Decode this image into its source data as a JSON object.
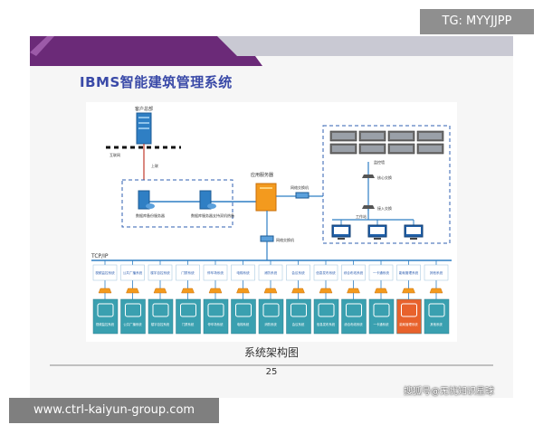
{
  "badge": "TG: MYYJJPP",
  "title": "IBMS智能建筑管理系统",
  "diagram": {
    "client": "客户总部",
    "internet_left": "互联网",
    "link_label": "上联",
    "db_server_1": "数据库备份服务器",
    "db_server_2": "数据库服务器支持双机热备",
    "app_server": "应用服务器",
    "switch_top": "网络交换机",
    "switch_bottom": "网络交换机",
    "monitor_wall": "监控墙",
    "core_switch": "核心交换",
    "access_switch": "接入交换",
    "workstations": "工作站",
    "tcpip": "TCP/IP",
    "subsystems": [
      {
        "label": "视频监控系统",
        "color": "#3aa0b0"
      },
      {
        "label": "公共广播系统",
        "color": "#3aa0b0"
      },
      {
        "label": "楼宇自控系统",
        "color": "#3aa0b0"
      },
      {
        "label": "门禁系统",
        "color": "#3aa0b0"
      },
      {
        "label": "停车场系统",
        "color": "#3aa0b0"
      },
      {
        "label": "电梯系统",
        "color": "#3aa0b0"
      },
      {
        "label": "消防系统",
        "color": "#3aa0b0"
      },
      {
        "label": "会议系统",
        "color": "#3aa0b0"
      },
      {
        "label": "信息发布系统",
        "color": "#3aa0b0"
      },
      {
        "label": "综合布线系统",
        "color": "#3aa0b0"
      },
      {
        "label": "一卡通系统",
        "color": "#3aa0b0"
      },
      {
        "label": "能耗管理系统",
        "color": "#e8622c"
      },
      {
        "label": "其他系统",
        "color": "#3aa0b0"
      }
    ]
  },
  "caption": "系统架构图",
  "page_number": "25",
  "watermark": "搜狐号@无忧知识星球",
  "url": "www.ctrl-kaiyun-group.com"
}
